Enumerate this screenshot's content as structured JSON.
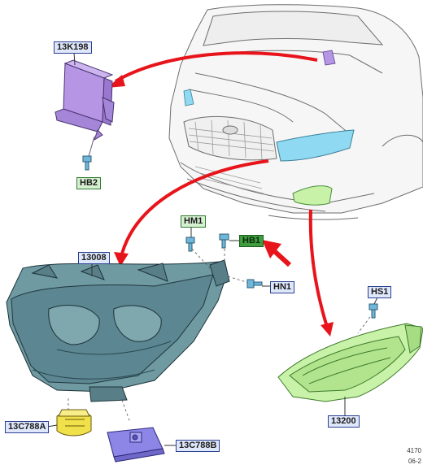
{
  "callouts": {
    "c13k198": "13K198",
    "hb2": "HB2",
    "hm1": "HM1",
    "hb1": "HB1",
    "hn1": "HN1",
    "c13008": "13008",
    "hs1": "HS1",
    "c13c788a": "13C788A",
    "c13c788b": "13C788B",
    "c13200": "13200"
  },
  "corner": {
    "ref": "4170",
    "date": "06-2"
  },
  "colors": {
    "arrow": "#e8141b",
    "headlamp_fill": "#6f9aa2",
    "headlamp_glass": "#5c8591",
    "foglamp_fill": "#c8f2a8",
    "module_purple": "#b695e4",
    "bracket_purple": "#8d86e6",
    "bulb_yellow": "#f0e04a",
    "car_line": "#6e6e6e",
    "car_highlight_blue": "#8fdaf2"
  }
}
